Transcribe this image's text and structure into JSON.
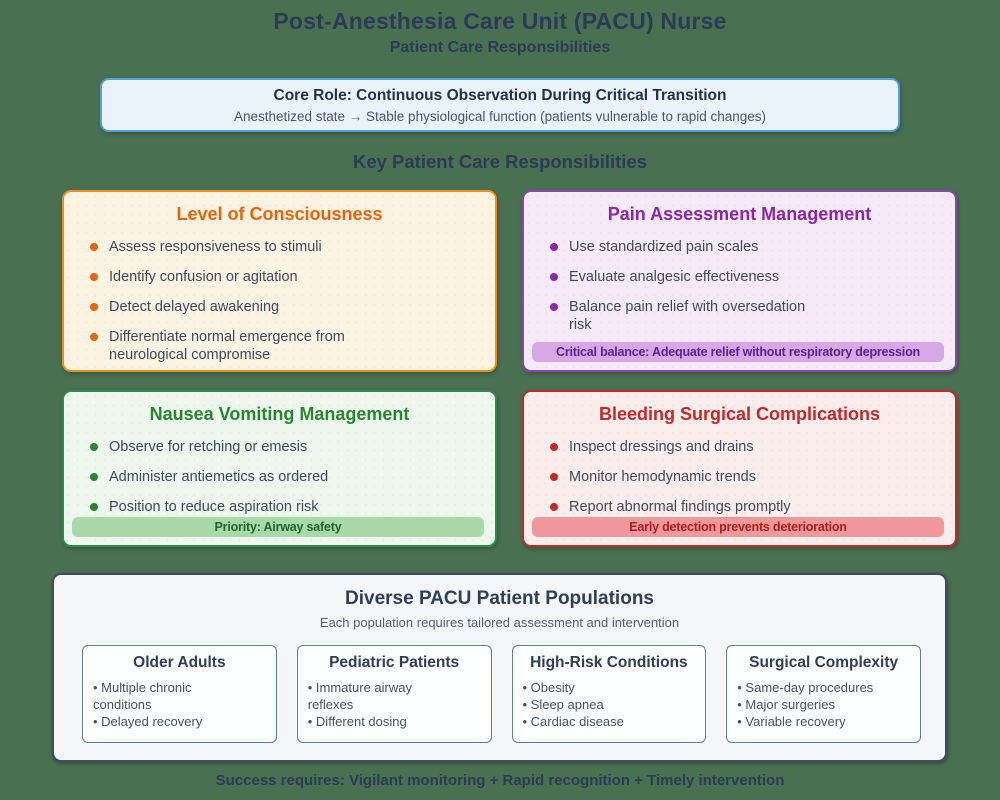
{
  "page": {
    "title": "Post-Anesthesia Care Unit (PACU) Nurse",
    "subtitle": "Patient Care Responsibilities",
    "background_color": "#4A7052",
    "heading_color": "#2B3B55",
    "footer": "Success requires: Vigilant monitoring + Rapid recognition + Timely intervention"
  },
  "core_role": {
    "title": "Core Role: Continuous Observation During Critical Transition",
    "subtitle": "Anesthetized state → Stable physiological function (patients vulnerable to rapid changes)",
    "border_color": "#54A0E0",
    "bg_color": "#EAF3FB"
  },
  "section_heading": "Key Patient Care Responsibilities",
  "cards": [
    {
      "id": "level-of-consciousness",
      "title": "Level of Consciousness",
      "accent": "#E8650C",
      "border": "#F08C21",
      "bg": "#FDF3E2",
      "bullets": [
        "Assess responsiveness to stimuli",
        "Identify confusion or agitation",
        "Detect delayed awakening",
        "Differentiate normal emergence from\nneurological compromise"
      ]
    },
    {
      "id": "pain-assessment-management",
      "title": "Pain Assessment Management",
      "accent": "#8E24AA",
      "border": "#8E44AD",
      "bg": "#F6EAF8",
      "bullets": [
        "Use standardized pain scales",
        "Evaluate analgesic effectiveness",
        "Balance pain relief with oversedation\nrisk"
      ],
      "note": "Critical balance: Adequate relief without respiratory depression",
      "note_bg": "#D7A7E6",
      "note_color": "#5E1E8F"
    },
    {
      "id": "nausea-vomiting-management",
      "title": "Nausea Vomiting Management",
      "accent": "#27862F",
      "border": "#2E8B45",
      "bg": "#EDF7ED",
      "bullets": [
        "Observe for retching or emesis",
        "Administer antiemetics as ordered",
        "Position to reduce aspiration risk"
      ],
      "note": "Priority: Airway safety",
      "note_bg": "#A9D8AA",
      "note_color": "#1E662B"
    },
    {
      "id": "bleeding-surgical-complications",
      "title": "Bleeding Surgical Complications",
      "accent": "#C62828",
      "border": "#C62828",
      "bg": "#FCEDED",
      "bullets": [
        "Inspect dressings and drains",
        "Monitor hemodynamic trends",
        "Report abnormal findings promptly"
      ],
      "note": "Early detection prevents deterioration",
      "note_bg": "#F0989B",
      "note_color": "#AD1F1F"
    }
  ],
  "populations": {
    "title": "Diverse PACU Patient Populations",
    "subtitle": "Each population requires tailored assessment and intervention",
    "border_color": "#3A4D63",
    "bg_color": "#F4F6F8",
    "groups": [
      {
        "title": "Older Adults",
        "items": [
          "• Multiple chronic\nconditions",
          "• Delayed recovery"
        ]
      },
      {
        "title": "Pediatric Patients",
        "items": [
          "• Immature airway\nreflexes",
          "• Different dosing"
        ]
      },
      {
        "title": "High-Risk Conditions",
        "items": [
          "• Obesity",
          "• Sleep apnea",
          "• Cardiac disease"
        ]
      },
      {
        "title": "Surgical Complexity",
        "items": [
          "• Same-day procedures",
          "• Major surgeries",
          "• Variable recovery"
        ]
      }
    ]
  }
}
